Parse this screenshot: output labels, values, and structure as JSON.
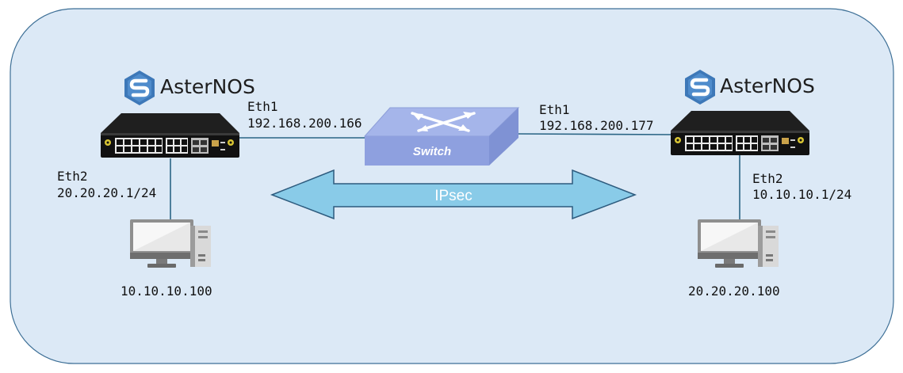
{
  "diagram": {
    "left_router": {
      "brand": "AsterNOS",
      "eth1_label": "Eth1",
      "eth1_ip": "192.168.200.166",
      "eth2_label": "Eth2",
      "eth2_ip": "20.20.20.1/24",
      "pc_ip": "10.10.10.100"
    },
    "right_router": {
      "brand": "AsterNOS",
      "eth1_label": "Eth1",
      "eth1_ip": "192.168.200.177",
      "eth2_label": "Eth2",
      "eth2_ip": "10.10.10.1/24",
      "pc_ip": "20.20.20.100"
    },
    "switch_label": "Switch",
    "tunnel_label": "IPsec"
  },
  "colors": {
    "background": "#dce9f6",
    "border": "#3d6f96",
    "link": "#2a6585",
    "logo": "#3d78b8",
    "switch_top": "#a5b5ea",
    "switch_front": "#8ea0df",
    "arrow_fill": "#89cbe8",
    "arrow_stroke": "#2d5b7e"
  },
  "icons": [
    "asternos-logo-icon",
    "router-icon",
    "switch-icon",
    "desktop-pc-icon"
  ]
}
